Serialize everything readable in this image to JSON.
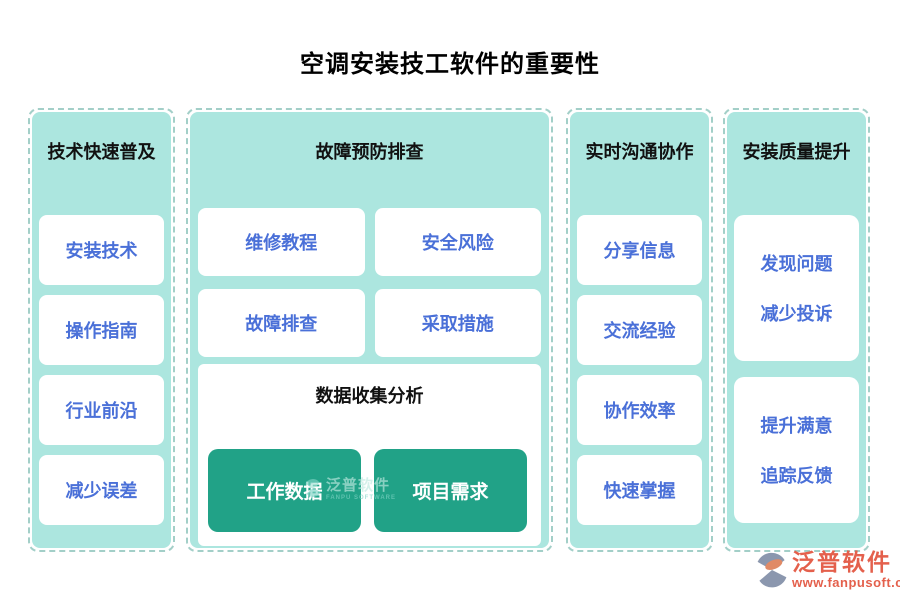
{
  "title": "空调安装技工软件的重要性",
  "columns": [
    {
      "header": "技术快速普及",
      "items": [
        "安装技术",
        "操作指南",
        "行业前沿",
        "减少误差"
      ]
    },
    {
      "header": "故障预防排查",
      "grid_items": [
        "维修教程",
        "安全风险",
        "故障排查",
        "采取措施"
      ],
      "sub_panel": {
        "title": "数据收集分析",
        "buttons": [
          "工作数据",
          "项目需求"
        ]
      }
    },
    {
      "header": "实时沟通协作",
      "items": [
        "分享信息",
        "交流经验",
        "协作效率",
        "快速掌握"
      ]
    },
    {
      "header": "安装质量提升",
      "cards": [
        {
          "line1": "发现问题",
          "line2": "减少投诉"
        },
        {
          "line1": "提升满意",
          "line2": "追踪反馈"
        }
      ]
    }
  ],
  "watermark": {
    "brand": "泛普软件",
    "subtitle": "FANPU SOFTWARE"
  },
  "footer": {
    "brand": "泛普软件",
    "url": "www.fanpusoft.com"
  },
  "colors": {
    "panel_bg": "#ace6df",
    "panel_border": "#a3cfc8",
    "item_text": "#4a70d8",
    "button_bg": "#21a287",
    "button_text": "#ffffff",
    "header_text": "#111111",
    "watermark_teal": "#7fd4c5",
    "footer_accent": "#e4604c"
  }
}
